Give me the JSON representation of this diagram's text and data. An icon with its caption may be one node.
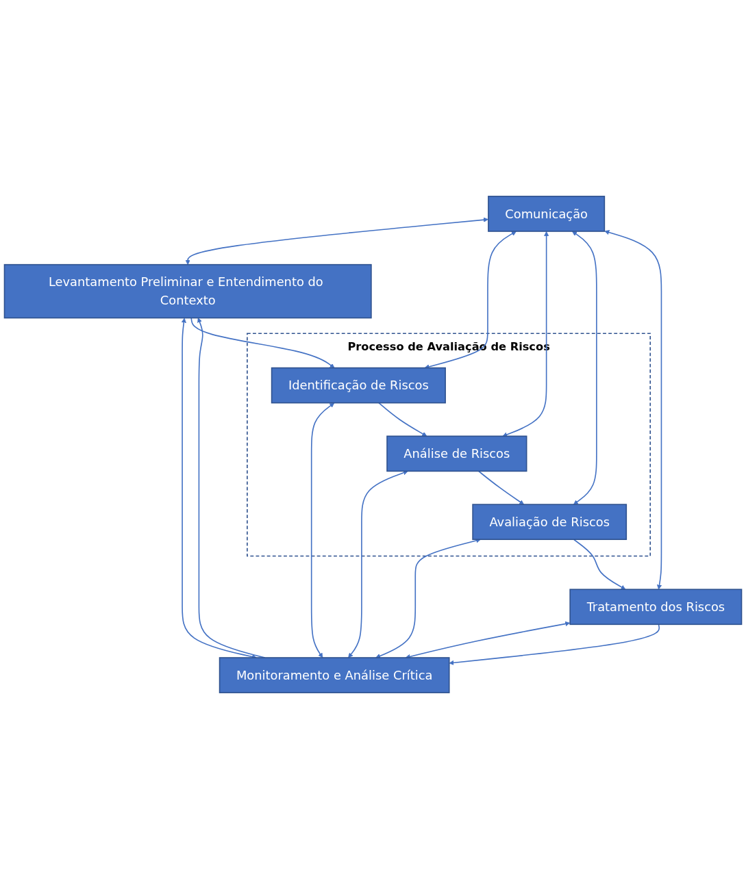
{
  "diagram": {
    "nodes": [
      {
        "text": [
          "Comunicação"
        ]
      },
      {
        "text": [
          "Levantamento Preliminar e Entendimento do Contexto"
        ]
      },
      {
        "text": [
          "Processo de Avaliação de Riscos"
        ]
      },
      {
        "text": [
          "Identificação de Riscos"
        ],
        "in": 2
      },
      {
        "text": [
          "Análise de Riscos"
        ],
        "in": 2
      },
      {
        "text": [
          "Avaliação de Riscos"
        ],
        "in": 2
      },
      {
        "text": [
          "Tratamento dos Riscos"
        ]
      },
      {
        "text": [
          "Monitoramento e Análise Crítica"
        ]
      }
    ],
    "edges": [
      {
        "from": 7,
        "to": 1,
        "arrow": "to"
      },
      {
        "from": 0,
        "to": 1,
        "arrow": "both"
      },
      {
        "from": 1,
        "to": 7,
        "arrow": "both"
      },
      {
        "from": 1,
        "to": 3,
        "arrow": "to"
      },
      {
        "from": 0,
        "to": 3,
        "arrow": "both"
      },
      {
        "from": 3,
        "to": 7,
        "arrow": "both"
      },
      {
        "from": 3,
        "to": 4,
        "arrow": "to"
      },
      {
        "from": 0,
        "to": 4,
        "arrow": "both"
      },
      {
        "from": 4,
        "to": 7,
        "arrow": "both"
      },
      {
        "from": 4,
        "to": 5,
        "arrow": "to"
      },
      {
        "from": 0,
        "to": 5,
        "arrow": "both"
      },
      {
        "from": 5,
        "to": 7,
        "arrow": "both"
      },
      {
        "from": 5,
        "to": 6,
        "arrow": "to"
      },
      {
        "from": 0,
        "to": 6,
        "arrow": "both"
      },
      {
        "from": 6,
        "to": 7,
        "arrow": "both"
      },
      {
        "from": 6,
        "to": 7,
        "arrow": "to"
      }
    ]
  }
}
